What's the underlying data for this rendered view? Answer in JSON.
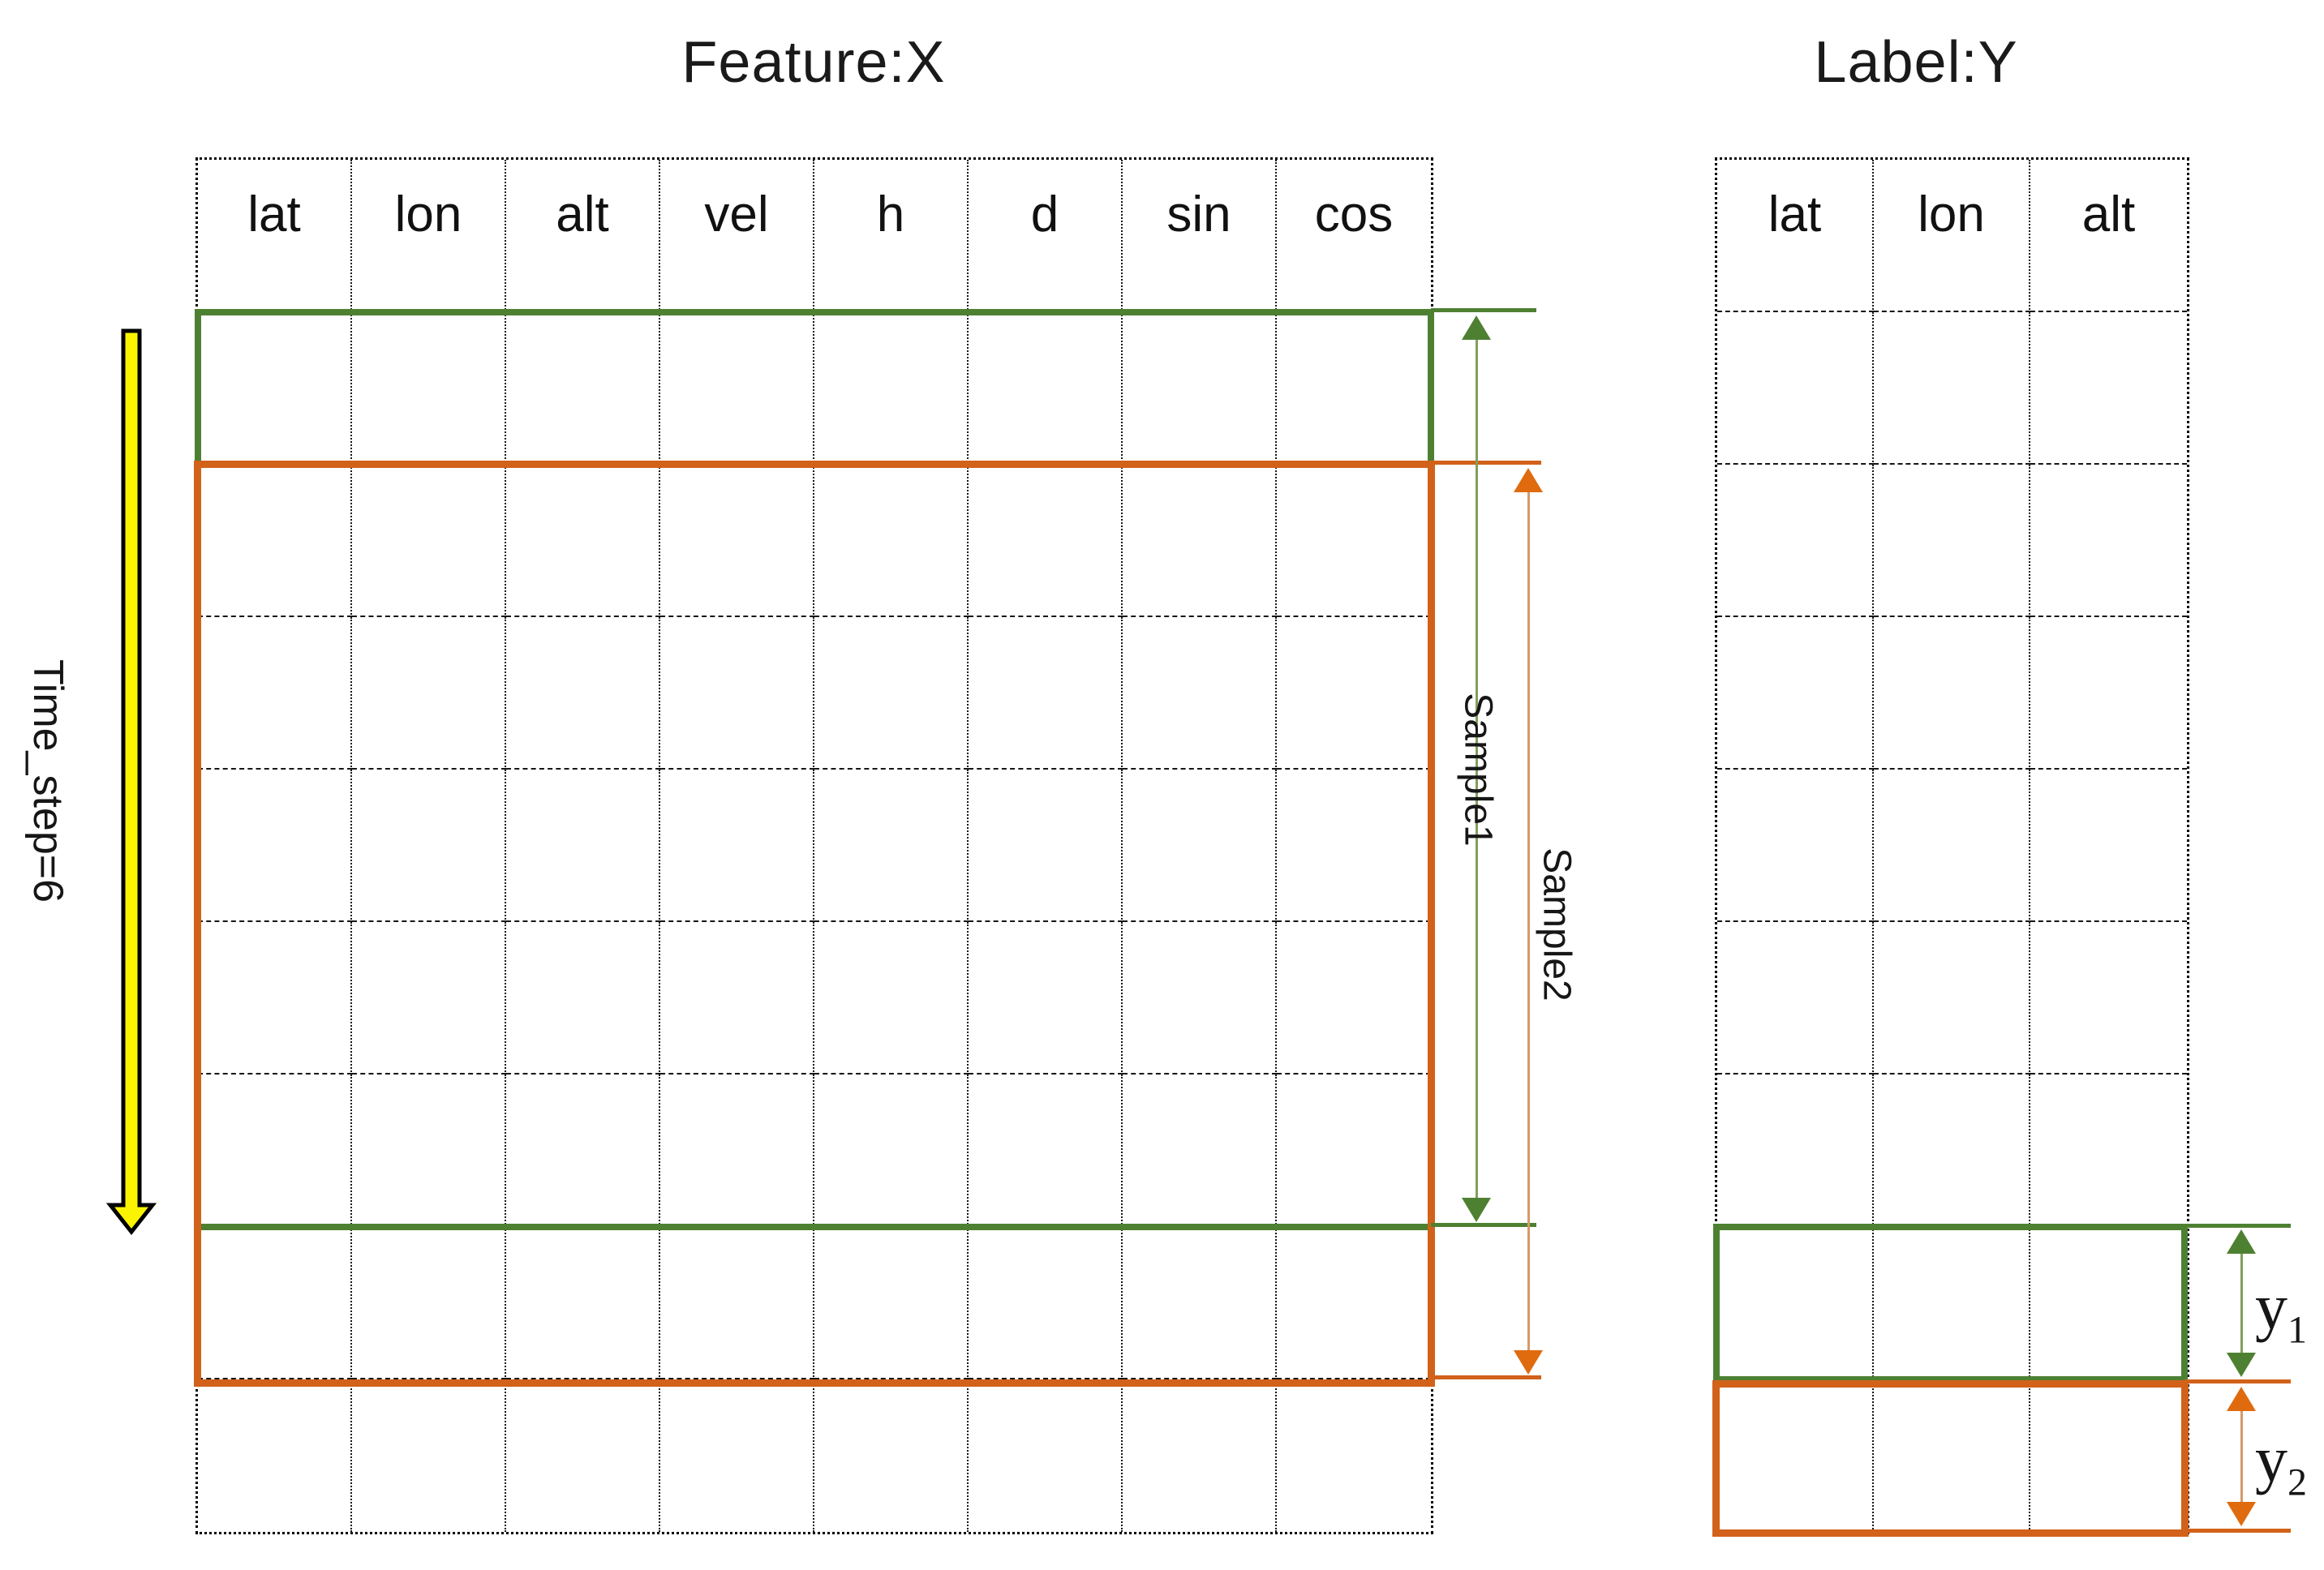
{
  "titles": {
    "feature": "Feature:X",
    "label": "Label:Y"
  },
  "feature_table": {
    "columns": [
      "lat",
      "lon",
      "alt",
      "vel",
      "h",
      "d",
      "sin",
      "cos"
    ],
    "data_row_count": 8
  },
  "label_table": {
    "columns": [
      "lat",
      "lon",
      "alt"
    ],
    "data_row_count": 8
  },
  "annotations": {
    "time_step": "Time_step=6",
    "sample1": "Sample1",
    "sample2": "Sample2",
    "y1_base": "y",
    "y1_sub": "1",
    "y2_base": "y",
    "y2_sub": "2"
  },
  "colors": {
    "green": "#4E8032",
    "green_shaft": "#7FA05C",
    "orange": "#D2611A",
    "orange_head": "#DF6B0E",
    "orange_shaft": "#D49A6A",
    "yellow": "#FAF400",
    "grid_line": "#000000"
  }
}
